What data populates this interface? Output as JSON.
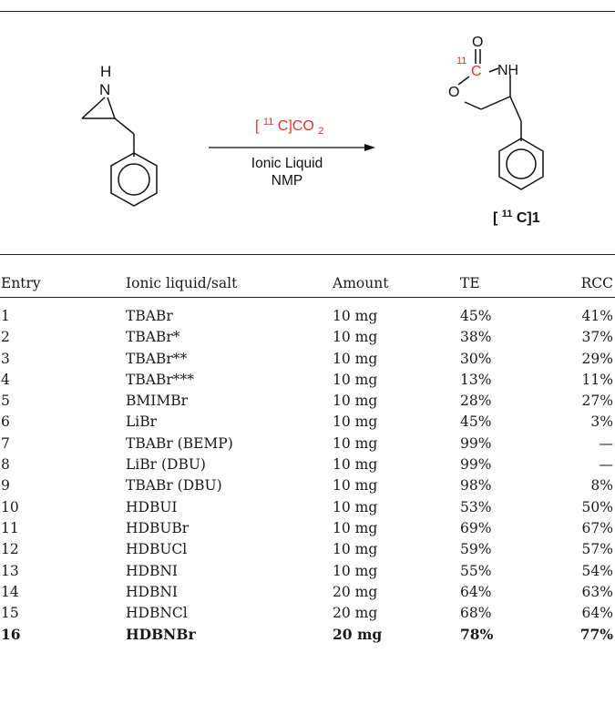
{
  "scheme": {
    "reactant_nh": "N",
    "reactant_h": "H",
    "reagent_line1_prefix": "[",
    "reagent_isotope": "11",
    "reagent_line1_mid": "C]CO",
    "reagent_line1_sub": "2",
    "reagent_line2": "Ionic Liquid",
    "reagent_line3": "NMP",
    "product_o_carbonyl": "O",
    "product_o_ring": "O",
    "product_nh": "NH",
    "product_c_isotope": "11",
    "product_c": "C",
    "product_label_prefix": "[",
    "product_label_isotope": "11",
    "product_label_suffix": "C]1",
    "accent_color": "#e8312f"
  },
  "table": {
    "headers": [
      "Entry",
      "Ionic liquid/salt",
      "Amount",
      "TE",
      "RCC"
    ],
    "rows": [
      {
        "entry": "1",
        "salt": "TBABr",
        "amount": "10 mg",
        "te": "45%",
        "rcc": "41%"
      },
      {
        "entry": "2",
        "salt": "TBABr*",
        "amount": "10 mg",
        "te": "38%",
        "rcc": "37%"
      },
      {
        "entry": "3",
        "salt": "TBABr**",
        "amount": "10 mg",
        "te": "30%",
        "rcc": "29%"
      },
      {
        "entry": "4",
        "salt": "TBABr***",
        "amount": "10 mg",
        "te": "13%",
        "rcc": "11%"
      },
      {
        "entry": "5",
        "salt": "BMIMBr",
        "amount": "10 mg",
        "te": "28%",
        "rcc": "27%"
      },
      {
        "entry": "6",
        "salt": "LiBr",
        "amount": "10 mg",
        "te": "45%",
        "rcc": "3%"
      },
      {
        "entry": "7",
        "salt": "TBABr (BEMP)",
        "amount": "10 mg",
        "te": "99%",
        "rcc": "—"
      },
      {
        "entry": "8",
        "salt": "LiBr (DBU)",
        "amount": "10 mg",
        "te": "99%",
        "rcc": "—"
      },
      {
        "entry": "9",
        "salt": "TBABr (DBU)",
        "amount": "10 mg",
        "te": "98%",
        "rcc": "8%"
      },
      {
        "entry": "10",
        "salt": "HDBUI",
        "amount": "10 mg",
        "te": "53%",
        "rcc": "50%"
      },
      {
        "entry": "11",
        "salt": "HDBUBr",
        "amount": "10 mg",
        "te": "69%",
        "rcc": "67%"
      },
      {
        "entry": "12",
        "salt": "HDBUCl",
        "amount": "10 mg",
        "te": "59%",
        "rcc": "57%"
      },
      {
        "entry": "13",
        "salt": "HDBNI",
        "amount": "10 mg",
        "te": "55%",
        "rcc": "54%"
      },
      {
        "entry": "14",
        "salt": "HDBNI",
        "amount": "20 mg",
        "te": "64%",
        "rcc": "63%"
      },
      {
        "entry": "15",
        "salt": "HDBNCl",
        "amount": "20 mg",
        "te": "68%",
        "rcc": "64%"
      },
      {
        "entry": "16",
        "salt": "HDBNBr",
        "amount": "20 mg",
        "te": "78%",
        "rcc": "77%",
        "bold": true
      }
    ]
  }
}
